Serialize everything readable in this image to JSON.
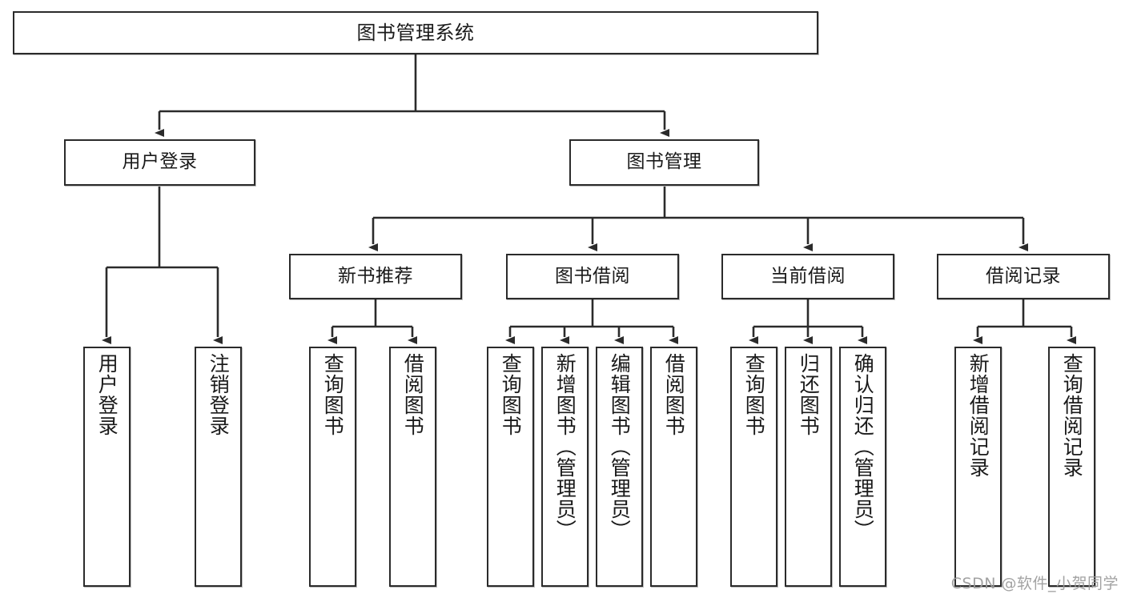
{
  "diagram": {
    "title": "图书管理系统",
    "type": "tree",
    "colors": {
      "box_border": "#2b2b2b",
      "box_fill": "#ffffff",
      "connector": "#2b2b2b",
      "text": "#1a1a1a",
      "watermark": "#9b9b9b"
    },
    "root": {
      "id": "root",
      "label": "图书管理系统"
    },
    "level2": [
      {
        "id": "user-login",
        "label": "用户登录"
      },
      {
        "id": "book-manage",
        "label": "图书管理"
      }
    ],
    "level3": [
      {
        "id": "new-book-recommend",
        "label": "新书推荐",
        "parent": "book-manage"
      },
      {
        "id": "book-borrow",
        "label": "图书借阅",
        "parent": "book-manage"
      },
      {
        "id": "current-borrow",
        "label": "当前借阅",
        "parent": "book-manage"
      },
      {
        "id": "borrow-record",
        "label": "借阅记录",
        "parent": "book-manage"
      }
    ],
    "leaves": [
      {
        "id": "leaf-user-login",
        "label": "用户登录",
        "parent": "user-login"
      },
      {
        "id": "leaf-logout-login",
        "label": "注销登录",
        "parent": "user-login"
      },
      {
        "id": "leaf-query-book-1",
        "label": "查询图书",
        "parent": "new-book-recommend"
      },
      {
        "id": "leaf-borrow-book-1",
        "label": "借阅图书",
        "parent": "new-book-recommend"
      },
      {
        "id": "leaf-query-book-2",
        "label": "查询图书",
        "parent": "book-borrow"
      },
      {
        "id": "leaf-add-book",
        "label": "新增图书（管理员）",
        "parent": "book-borrow"
      },
      {
        "id": "leaf-edit-book",
        "label": "编辑图书（管理员）",
        "parent": "book-borrow"
      },
      {
        "id": "leaf-borrow-book-2",
        "label": "借阅图书",
        "parent": "book-borrow"
      },
      {
        "id": "leaf-query-book-3",
        "label": "查询图书",
        "parent": "current-borrow"
      },
      {
        "id": "leaf-return-book",
        "label": "归还图书",
        "parent": "current-borrow"
      },
      {
        "id": "leaf-confirm-return",
        "label": "确认归还（管理员）",
        "parent": "current-borrow"
      },
      {
        "id": "leaf-add-record",
        "label": "新增借阅记录",
        "parent": "borrow-record"
      },
      {
        "id": "leaf-query-record",
        "label": "查询借阅记录",
        "parent": "borrow-record"
      }
    ]
  },
  "watermark": {
    "text": "CSDN @软件_小贺同学"
  }
}
